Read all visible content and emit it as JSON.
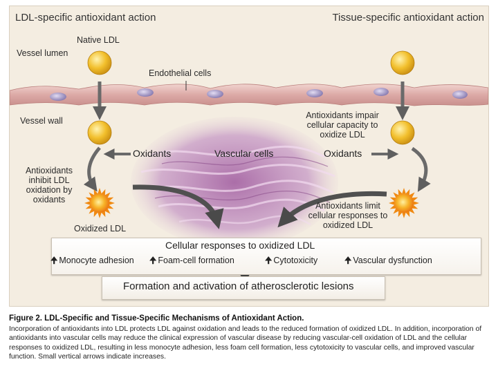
{
  "labels": {
    "ldl_specific": "LDL-specific antioxidant action",
    "tissue_specific": "Tissue-specific antioxidant action",
    "native_ldl": "Native LDL",
    "vessel_lumen": "Vessel lumen",
    "endothelial_cells": "Endothelial cells",
    "vessel_wall": "Vessel wall",
    "impair": "Antioxidants impair cellular capacity to oxidize LDL",
    "oxidants_left": "Oxidants",
    "vascular_cells": "Vascular cells",
    "oxidants_right": "Oxidants",
    "inhibit": "Antioxidants inhibit LDL oxidation by oxidants",
    "limit": "Antioxidants limit cellular responses to oxidized LDL",
    "oxidized_ldl": "Oxidized LDL"
  },
  "responses": {
    "title": "Cellular responses to oxidized LDL",
    "items": [
      "Monocyte adhesion",
      "Foam-cell formation",
      "Cytotoxicity",
      "Vascular dysfunction"
    ]
  },
  "outcome": "Formation and activation of atherosclerotic lesions",
  "caption": {
    "title": "Figure 2. LDL-Specific and Tissue-Specific Mechanisms of Antioxidant Action.",
    "body": "Incorporation of antioxidants into LDL protects LDL against oxidation and leads to the reduced formation of oxidized LDL. In addition, incorporation of antioxidants into vascular cells may reduce the clinical expression of vascular disease by reducing vascular-cell oxidation of LDL and the cellular responses to oxidized LDL, resulting in less monocyte adhesion, less foam cell formation, less cytotoxicity to vascular cells, and improved vascular function. Small vertical arrows indicate increases."
  },
  "colors": {
    "panel_bg": "#f4ede1",
    "ldl_yellow": "#f2bf2c",
    "oxidized_orange": "#f08a12",
    "endothelium_pink": "#d9a6a3",
    "nucleus_purple": "#8e80b4",
    "vascular_mauve": "#b783b3",
    "arrow_gray": "#6c6c6c"
  }
}
